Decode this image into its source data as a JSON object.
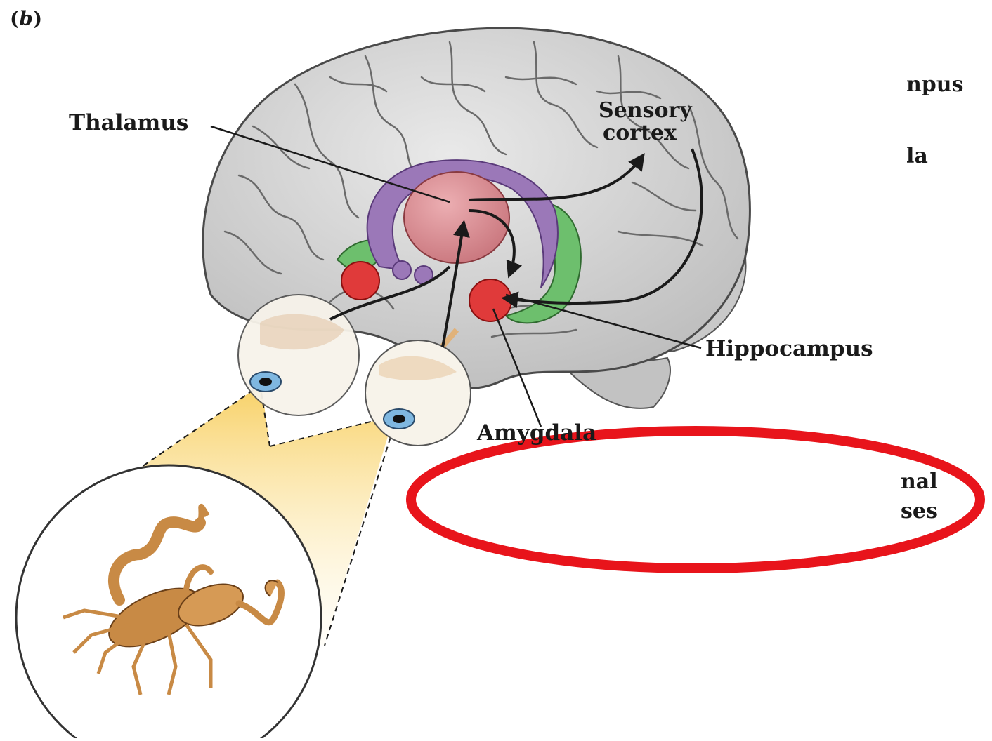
{
  "figure": {
    "panel_letter": "b",
    "labels": {
      "thalamus": "Thalamus",
      "sensory_cortex_line1": "Sensory",
      "sensory_cortex_line2": "cortex",
      "hippocampus": "Hippocampus",
      "amygdala": "Amygdala"
    },
    "cut_off_text": {
      "fragment_1": "npus",
      "fragment_2": "la",
      "fragment_3": "nal",
      "fragment_4": "ses"
    }
  },
  "colors": {
    "brain": "#d6d6d6",
    "thalamus": "#d98a8f",
    "fornix": "#9b78b8",
    "hippocampus": "#6dbf6d",
    "amygdala": "#e03a3a",
    "highlight": "#f5c200",
    "annotation_ellipse": "#e8141b",
    "scorpion": "#c88a45"
  },
  "icons": [
    "eye-icon",
    "scorpion-illustration",
    "brain-illustration"
  ]
}
